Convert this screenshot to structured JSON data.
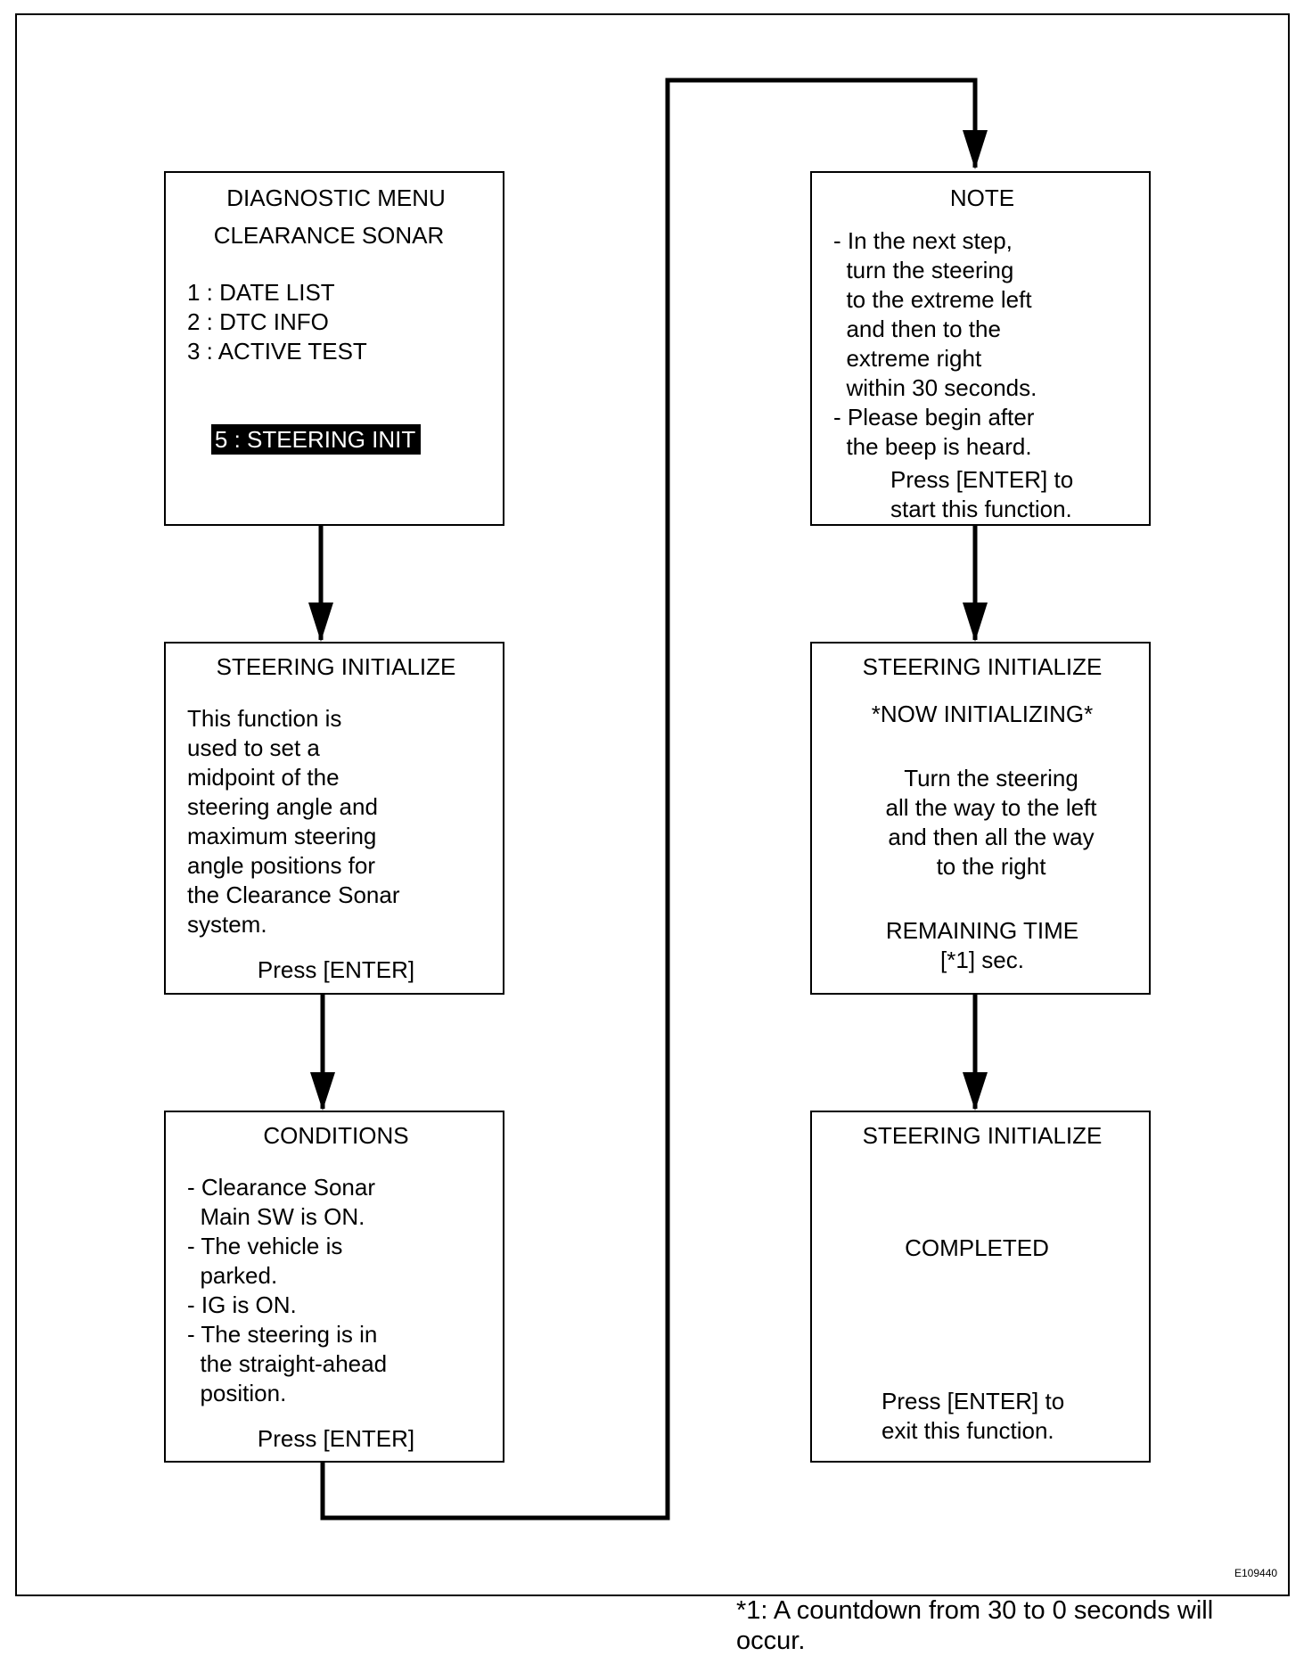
{
  "boxes": {
    "diag_menu": {
      "title": "DIAGNOSTIC MENU",
      "subtitle": "CLEARANCE SONAR",
      "items": [
        "1 : DATE LIST",
        "2 : DTC INFO",
        "3 : ACTIVE TEST"
      ],
      "selected_item": "5 : STEERING INIT"
    },
    "steering_init_intro": {
      "title": "STEERING INITIALIZE",
      "body": "This function is\nused to set a\nmidpoint of the\nsteering angle and\nmaximum steering\nangle positions for\nthe Clearance Sonar\nsystem.",
      "action": "Press [ENTER]"
    },
    "conditions": {
      "title": "CONDITIONS",
      "body": "- Clearance Sonar\n  Main SW is ON.\n- The vehicle is\n  parked.\n- IG is ON.\n- The steering is in\n  the straight-ahead\n  position.",
      "action": "Press [ENTER]"
    },
    "note": {
      "title": "NOTE",
      "body": "- In the next step,\n  turn the steering\n  to the extreme left\n  and then to the\n  extreme right\n  within 30 seconds.\n- Please begin after\n  the beep is heard.",
      "action": "Press [ENTER] to\nstart this function."
    },
    "now_initializing": {
      "title": "STEERING INITIALIZE",
      "status": "*NOW INITIALIZING*",
      "body": "Turn the steering\nall the way to the left\nand then all the way\nto the right",
      "remaining_label": "REMAINING TIME",
      "remaining_value": "[*1] sec."
    },
    "completed": {
      "title": "STEERING INITIALIZE",
      "status": "COMPLETED",
      "action": "Press [ENTER] to\nexit this function."
    }
  },
  "reference_code": "E109440",
  "footnote": "*1: A countdown from 30 to 0 seconds will occur."
}
